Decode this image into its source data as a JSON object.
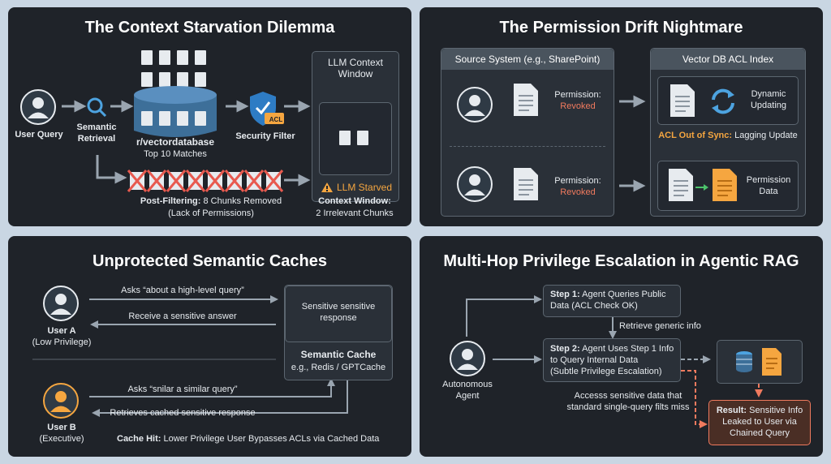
{
  "p1": {
    "title": "The Context Starvation Dilemma",
    "user_query": "User Query",
    "semantic_retrieval": "Semantic\nRetrieval",
    "db_name": "r/vectordatabase",
    "top_matches": "Top 10 Matches",
    "acl_badge": "ACL",
    "security_filter": "Security Filter",
    "llm_context_window": "LLM Context\nWindow",
    "llm_starved": "LLM Starved",
    "post_filter_bold": "Post-Filtering:",
    "post_filter_rest": " 8 Chunks Removed",
    "post_filter_sub": "(Lack of Permissions)",
    "ctx_bold": "Context Window:",
    "ctx_sub": "2 Irrelevant Chunks"
  },
  "p2": {
    "title": "The Permission Drift Nightmare",
    "source_header": "Source System (e.g., SharePoint)",
    "vector_header": "Vector DB ACL Index",
    "permission": "Permission:",
    "revoked": "Revoked",
    "dynamic_updating": "Dynamic\nUpdating",
    "acl_out_bold": "ACL Out of Sync:",
    "acl_out_rest": " Lagging Update",
    "permission_data": "Permission\nData"
  },
  "p3": {
    "title": "Unprotected Semantic Caches",
    "asks_1": "Asks “about a high-level query”",
    "receive": "Receive a sensitive answer",
    "sensitive_response": "Sensitive sensitive\nresponse",
    "cache_bold": "Semantic Cache",
    "cache_sub": "e.g., Redis / GPTCache",
    "user_a": "User A",
    "user_a_sub": "(Low Privilege)",
    "asks_2": "Asks “snilar a similar query”",
    "retrieves": "Retrieves cached sensitive response",
    "user_b": "User B",
    "user_b_sub": "(Executive)",
    "cache_hit_bold": "Cache Hit:",
    "cache_hit_rest": " Lower Privilege User Bypasses ACLs via Cached Data"
  },
  "p4": {
    "title": "Multi-Hop Privilege Escalation in Agentic RAG",
    "step1_bold": "Step 1:",
    "step1_rest": " Agent Queries Public\nData (ACL Check OK)",
    "retrieve_generic": "Retrieve generic info",
    "step2_bold": "Step 2:",
    "step2_rest": " Agent Uses Step 1 Info\nto Query Internal Data\n(Subtle Privilege Escalation)",
    "agent": "Autonomous\nAgent",
    "access": "Accesss sensitive data that\nstandard single-query filts miss",
    "result_bold": "Result:",
    "result_rest": " Sensitive Info\nLeaked to User via\nChained Query"
  },
  "colors": {
    "panel": "#1f2329",
    "box": "#2a3038",
    "header": "#4a545e",
    "accent_blue": "#4da3e0",
    "red": "#f07a5e",
    "orange": "#f5a640",
    "result_bg": "#4a2e25"
  }
}
